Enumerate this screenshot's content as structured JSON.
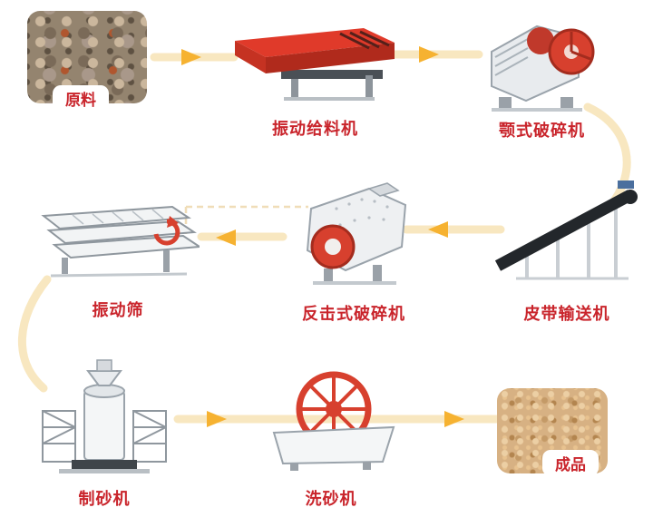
{
  "diagram": {
    "type": "process-flow",
    "stations": [
      {
        "id": "raw-material",
        "label": "原料"
      },
      {
        "id": "vibrating-feeder",
        "label": "振动给料机"
      },
      {
        "id": "jaw-crusher",
        "label": "颚式破碎机"
      },
      {
        "id": "belt-conveyor",
        "label": "皮带输送机"
      },
      {
        "id": "impact-crusher",
        "label": "反击式破碎机"
      },
      {
        "id": "vibrating-screen",
        "label": "振动筛"
      },
      {
        "id": "sand-maker",
        "label": "制砂机"
      },
      {
        "id": "sand-washer",
        "label": "洗砂机"
      },
      {
        "id": "finished-product",
        "label": "成品"
      }
    ],
    "flow_order": [
      "原料",
      "振动给料机",
      "颚式破碎机",
      "皮带输送机",
      "反击式破碎机",
      "振动筛",
      "制砂机",
      "洗砂机",
      "成品"
    ],
    "colors": {
      "label_text": "#c9242b",
      "arrow": "#f6b231",
      "connector": "#f8e7c0",
      "connector_dashed": "#f0ddb8",
      "machine_red": "#d7402e"
    }
  }
}
